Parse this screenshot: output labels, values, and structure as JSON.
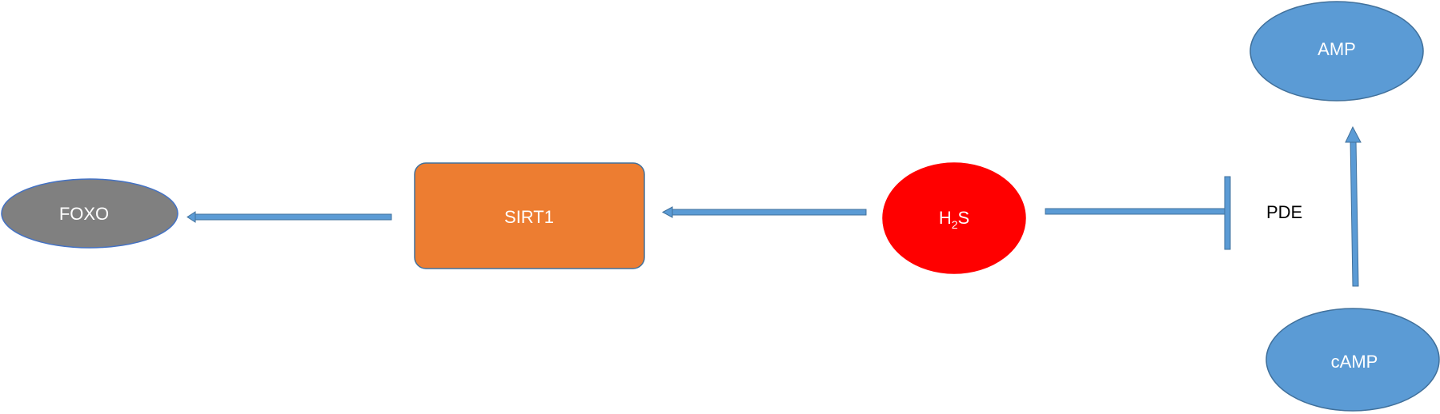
{
  "nodes": {
    "foxo": {
      "label": "FOXO",
      "color": "#808080",
      "border": "#4472c4"
    },
    "sirt1": {
      "label": "SIRT1",
      "color": "#ed7d31",
      "border": "#41719c"
    },
    "h2s": {
      "label_main": "H",
      "label_sub": "2",
      "label_tail": "S",
      "color": "#ff0000",
      "border": "#ff0000"
    },
    "amp": {
      "label": "AMP",
      "color": "#5b9bd5",
      "border": "#41719c"
    },
    "camp": {
      "label": "cAMP",
      "color": "#5b9bd5",
      "border": "#41719c"
    }
  },
  "labels": {
    "pde": "PDE"
  },
  "edges": [
    {
      "from": "sirt1",
      "to": "foxo",
      "type": "activation"
    },
    {
      "from": "h2s",
      "to": "sirt1",
      "type": "activation"
    },
    {
      "from": "h2s",
      "to": "pde",
      "type": "inhibition"
    },
    {
      "from": "camp",
      "to": "amp",
      "type": "conversion"
    }
  ],
  "colors": {
    "arrow": "#5b9bd5",
    "arrow_outline": "#41719c"
  }
}
